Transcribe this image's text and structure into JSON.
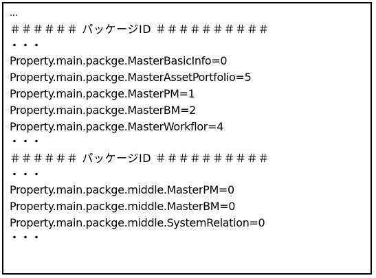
{
  "document": {
    "lines": [
      "...",
      "＃＃＃＃＃＃ パッケージID ＃＃＃＃＃＃＃＃＃＃",
      "・・・",
      "Property.main.packge.MasterBasicInfo=0",
      "Property.main.packge.MasterAssetPortfolio=5",
      "Property.main.packge.MasterPM=1",
      "Property.main.packge.MasterBM=2",
      "Property.main.packge.MasterWorkflor=4",
      "・・・",
      "＃＃＃＃＃＃ パッケージID ＃＃＃＃＃＃＃＃＃＃",
      "・・・",
      "Property.main.packge.middle.MasterPM=0",
      "Property.main.packge.middle.MasterBM=0",
      "Property.main.packge.middle.SystemRelation=0",
      "・・・"
    ]
  }
}
